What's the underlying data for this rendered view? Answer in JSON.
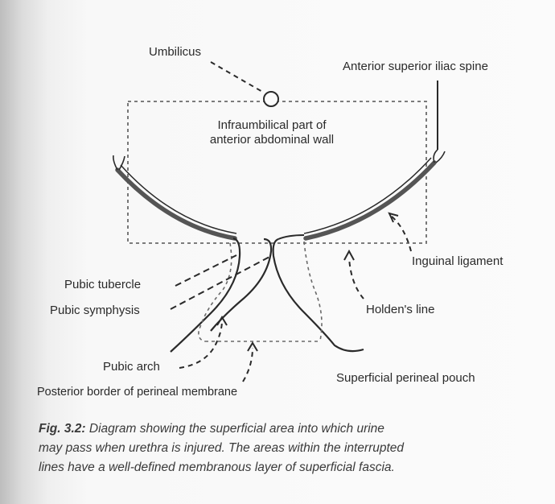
{
  "labels": {
    "umbilicus": "Umbilicus",
    "asis": "Anterior superior iliac spine",
    "infra_line1": "Infraumbilical part of",
    "infra_line2": "anterior abdominal wall",
    "inguinal_ligament": "Inguinal ligament",
    "pubic_tubercle": "Pubic tubercle",
    "pubic_symphysis": "Pubic symphysis",
    "holdens_line": "Holden's line",
    "pubic_arch": "Pubic arch",
    "posterior_border": "Posterior border of perineal membrane",
    "superficial_pouch": "Superficial perineal pouch"
  },
  "caption": {
    "fig_number": "Fig. 3.2:",
    "line1": "Diagram showing the superficial area into which urine",
    "line2": "may pass when urethra is injured. The areas within the interrupted",
    "line3": "lines have a well-defined membranous layer of superficial fascia."
  },
  "colors": {
    "ink": "#2a2a2a",
    "ligament": "#555555",
    "dashed": "#6a6a6a"
  }
}
